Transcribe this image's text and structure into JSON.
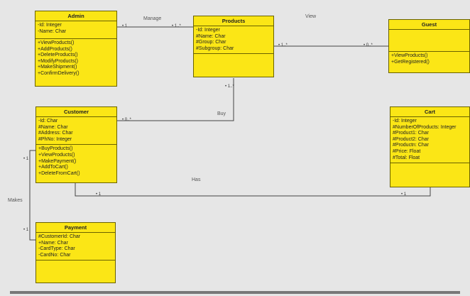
{
  "classes": {
    "admin": {
      "name": "Admin",
      "attributes": [
        "-Id: Integer",
        "-Name: Char"
      ],
      "methods": [
        "+ViewProducts()",
        "+AddProducts()",
        "+DeleteProducts()",
        "+ModifyProducts()",
        "+MakeShipment()",
        "+ConfirmDelivery()"
      ]
    },
    "products": {
      "name": "Products",
      "attributes": [
        "-Id: Integer",
        "#Name: Char",
        "#Group: Char",
        "#Subgroup: Char"
      ],
      "methods": []
    },
    "guest": {
      "name": "Guest",
      "attributes": [],
      "methods": [
        "+ViewProducts()",
        "+GetRegistered()"
      ]
    },
    "customer": {
      "name": "Customer",
      "attributes": [
        "-Id: Char",
        "#Name: Char",
        "#Address: Char",
        "#PhNo: Integer"
      ],
      "methods": [
        "+BuyProducts()",
        "+ViewProducts()",
        "+MakePayment()",
        "+AddToCart()",
        "+DeleteFromCart()"
      ]
    },
    "cart": {
      "name": "Cart",
      "attributes": [
        "-Id: Integer",
        "#NumberOfProducts: Integer",
        "#Product1: Char",
        "#Product2: Char",
        "#Productn: Char",
        "#Price: Float",
        "#Total: Float"
      ],
      "methods": []
    },
    "payment": {
      "name": "Payment",
      "attributes": [
        "#CustomerId: Char",
        "+Name: Char",
        "-CardType: Char",
        "-CardNo: Char"
      ],
      "methods": []
    }
  },
  "relations": {
    "manage": {
      "label": "Manage",
      "m1": "• 1",
      "m2": "• 1..*"
    },
    "view": {
      "label": "View",
      "m1": "• 1..*",
      "m2": "• 0..*"
    },
    "buy": {
      "label": "Buy",
      "m1": "• 0..*",
      "m2": "• 1..*"
    },
    "has": {
      "label": "Has",
      "m1": "• 1",
      "m2": "• 1"
    },
    "makes": {
      "label": "Makes",
      "m1": "• 1",
      "m2": "• 1"
    }
  }
}
